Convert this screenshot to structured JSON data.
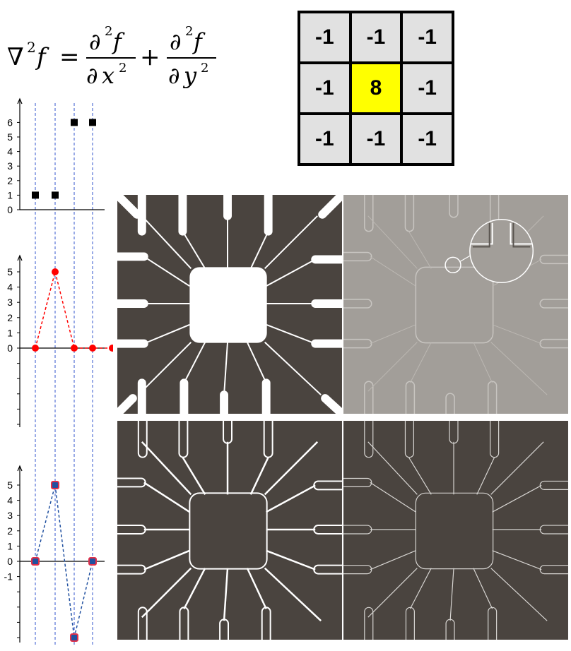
{
  "formula": {
    "lhs_nabla": "∇",
    "lhs_sup": "2",
    "lhs_f": "f",
    "equals": "=",
    "plus": "+",
    "num_partial": "∂",
    "num_sup": "2",
    "num_f": "f",
    "den1_partial": "∂",
    "den1_var": "x",
    "den1_sup": "2",
    "den2_partial": "∂",
    "den2_var": "y",
    "den2_sup": "2"
  },
  "kernel": {
    "cells": [
      "-1",
      "-1",
      "-1",
      "-1",
      "8",
      "-1",
      "-1",
      "-1",
      "-1"
    ],
    "center_color": "#ffff00",
    "cell_color": "#e1e1e1"
  },
  "chart_data": [
    {
      "type": "scatter",
      "x": [
        1,
        2,
        3,
        4
      ],
      "values": [
        1,
        1,
        6,
        6
      ],
      "yticks": [
        "0",
        "1",
        "2",
        "3",
        "4",
        "5",
        "6"
      ],
      "color": "#000000",
      "marker": "square"
    },
    {
      "type": "line",
      "x": [
        1,
        2,
        3,
        4,
        5
      ],
      "values": [
        0,
        5,
        0,
        0,
        0
      ],
      "yticks": [
        "0",
        "1",
        "2",
        "3",
        "4",
        "5"
      ],
      "color": "#ff0000",
      "marker": "circle",
      "line_style": "dashed"
    },
    {
      "type": "line",
      "x": [
        1,
        2,
        3,
        4
      ],
      "values": [
        0,
        5,
        -5,
        0
      ],
      "yticks": [
        "-1",
        "0",
        "1",
        "2",
        "3",
        "4",
        "5"
      ],
      "color": "#2050a0",
      "marker": "square",
      "line_style": "dashed"
    }
  ],
  "colors": {
    "panel_dark": "#4a443f",
    "panel_gray": "#a29e99",
    "guide_blue": "#3355cc"
  }
}
